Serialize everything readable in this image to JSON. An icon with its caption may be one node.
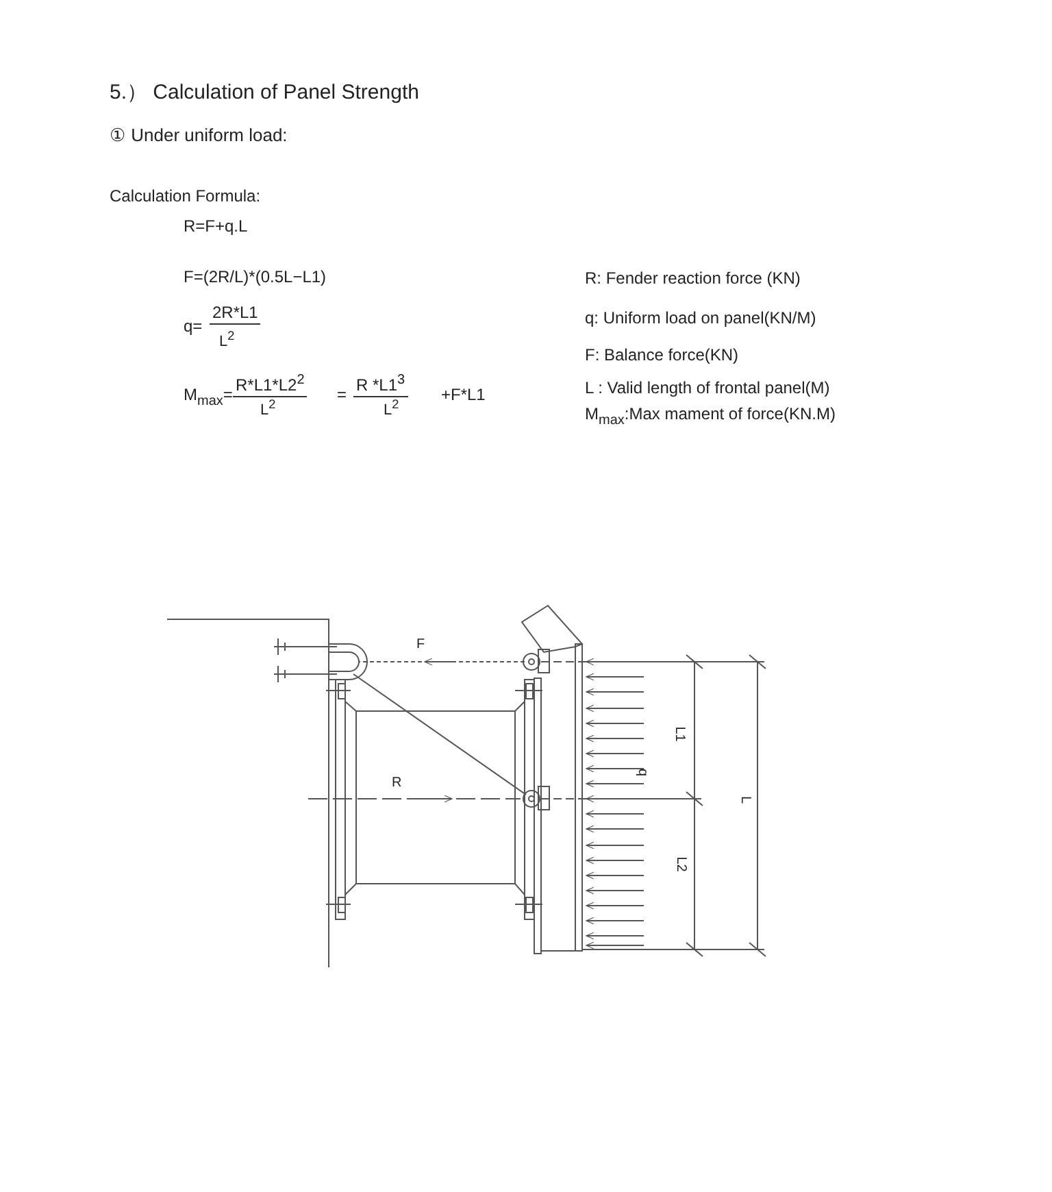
{
  "diagram": {
    "title": "5.） Calculation of Panel Strength",
    "labels": [
      "① Under uniform load:",
      "Calculation Formula:",
      "R=F+q.L",
      "F=(2R/L)*(0.5L−L1)",
      "q=",
      "2R*L1",
      "L$^{2}$",
      "M$_{max}$=",
      "R*L1*L2$^{2}$",
      "L$^{2}$",
      "=",
      "R *L1$^{3}$",
      "L$^{2}$",
      "+F*L1",
      "R:   Fender reaction force (KN)",
      "q:   Uniform load on panel(KN/M)",
      "F:   Balance force(KN)",
      "L :   Valid length of frontal panel(M)",
      "M$_{max}$:Max mament of force(KN.M)",
      "F",
      "R",
      "q",
      "L1",
      "L2",
      "L"
    ]
  }
}
